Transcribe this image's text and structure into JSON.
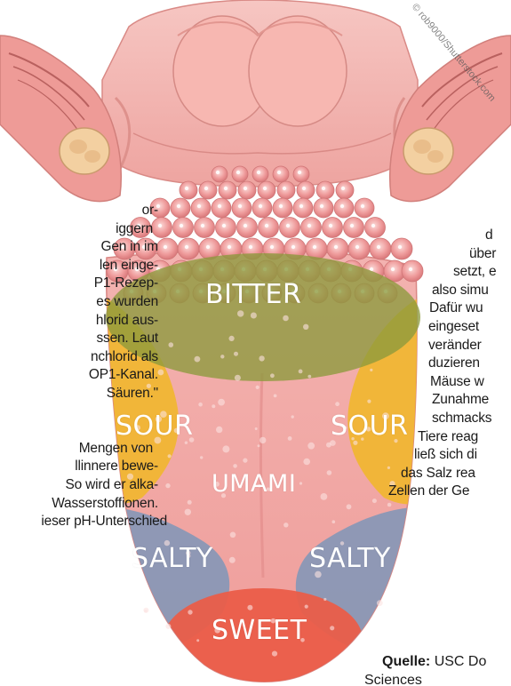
{
  "watermark": "© rob9000/Shutterstock.com",
  "taste_zones": {
    "bitter": "BITTER",
    "sour_left": "SOUR",
    "sour_right": "SOUR",
    "umami": "UMAMI",
    "salty_left": "SALTY",
    "salty_right": "SALTY",
    "sweet": "SWEET"
  },
  "left_column": [
    "or-",
    "iggern",
    "Gen in im",
    "len einge-",
    "P1-Rezep-",
    "es wurden",
    "hlorid aus-",
    "ssen. Laut",
    "nchlorid als",
    "OP1-Kanal.",
    "Säuren.\"",
    "",
    "",
    "Mengen von",
    "llinnere bewe-",
    "So wird er alka-",
    "Wasserstoffionen.",
    "ieser pH-Unterschied"
  ],
  "right_column": [
    "d",
    "über",
    "setzt, e",
    "also simu",
    "Dafür wu",
    "eingeset",
    "veränder",
    "duzieren",
    "Mäuse w",
    "Zunahme",
    "schmacks",
    "Tiere reag",
    "ließ sich di",
    "das Salz rea",
    "Zellen der Ge"
  ],
  "source": {
    "label": "Quelle:",
    "text": "USC Do",
    "text2": "Sciences"
  },
  "colors": {
    "tongue": "#f2a7a6",
    "bitter": "#8c9a3c",
    "sour": "#f1b630",
    "salty": "#8797b6",
    "sweet": "#ea5d49"
  }
}
